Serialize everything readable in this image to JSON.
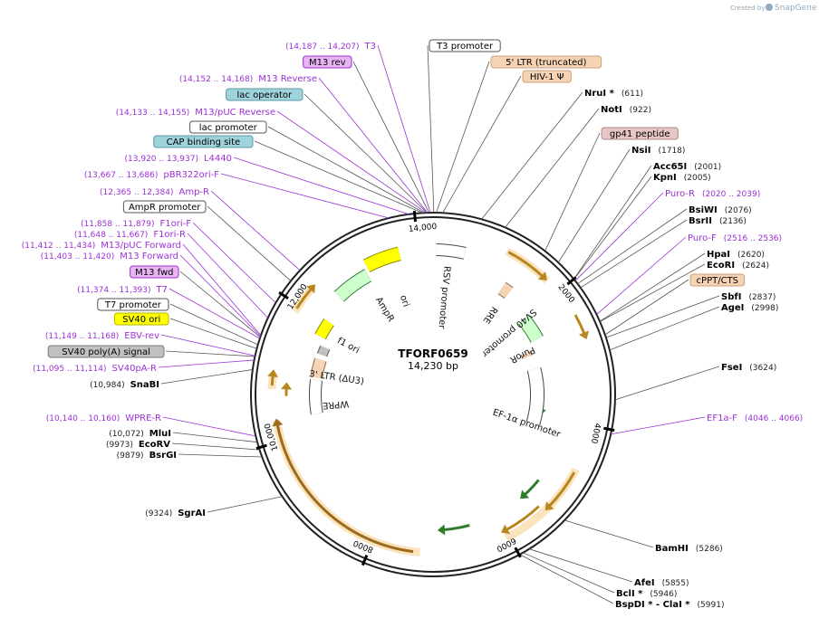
{
  "brand": {
    "created_by": "Created by",
    "product": "SnapGene"
  },
  "plasmid": {
    "name": "TFORF0659",
    "size_label": "14,230 bp",
    "length": 14230
  },
  "colors": {
    "primer": "#9b30d6",
    "enzyme": "#000000",
    "orange_feature": "#f5c77e",
    "promoter_fill": "#ffffff",
    "ori_fill": "#ffff00",
    "ampr_fill": "#ccffcc",
    "misc_fill": "#f6d3b5",
    "cap_fill": "#9fd3dc",
    "grey_fill": "#c0c0c0",
    "m13_fill": "#e7b3f3",
    "gp41_fill": "#e8c6c6"
  },
  "ticks": [
    {
      "label": "2000",
      "bp": 2000
    },
    {
      "label": "4000",
      "bp": 4000
    },
    {
      "label": "6000",
      "bp": 6000
    },
    {
      "label": "8000",
      "bp": 8000
    },
    {
      "label": "10,000",
      "bp": 10000
    },
    {
      "label": "12,000",
      "bp": 12000
    },
    {
      "label": "14,000",
      "bp": 14000
    }
  ],
  "right_labels": [
    {
      "text": "T3 promoter",
      "kind": "box",
      "fill": "#ffffff",
      "stroke": "#555555"
    },
    {
      "text": "5' LTR (truncated)",
      "kind": "box",
      "fill": "#f6d3b5",
      "stroke": "#c9a07a"
    },
    {
      "text": "HIV-1 Ψ",
      "kind": "box",
      "fill": "#f6d3b5",
      "stroke": "#c9a07a"
    },
    {
      "text": "NruI *",
      "pos": "(611)",
      "kind": "enzyme"
    },
    {
      "text": "NotI",
      "pos": "(922)",
      "kind": "enzyme"
    },
    {
      "text": "gp41 peptide",
      "kind": "box",
      "fill": "#e8c6c6",
      "stroke": "#b08a8a"
    },
    {
      "text": "NsiI",
      "pos": "(1718)",
      "kind": "enzyme"
    },
    {
      "text": "Acc65I",
      "pos": "(2001)",
      "kind": "enzyme"
    },
    {
      "text": "KpnI",
      "pos": "(2005)",
      "kind": "enzyme"
    },
    {
      "text": "Puro-R",
      "pos": "(2020 .. 2039)",
      "kind": "primer"
    },
    {
      "text": "BsiWI",
      "pos": "(2076)",
      "kind": "enzyme"
    },
    {
      "text": "BsrII",
      "pos": "(2136)",
      "kind": "enzyme"
    },
    {
      "text": "Puro-F",
      "pos": "(2516 .. 2536)",
      "kind": "primer"
    },
    {
      "text": "HpaI",
      "pos": "(2620)",
      "kind": "enzyme"
    },
    {
      "text": "EcoRI",
      "pos": "(2624)",
      "kind": "enzyme"
    },
    {
      "text": "cPPT/CTS",
      "kind": "box",
      "fill": "#f6d3b5",
      "stroke": "#c9a07a"
    },
    {
      "text": "SbfI",
      "pos": "(2837)",
      "kind": "enzyme"
    },
    {
      "text": "AgeI",
      "pos": "(2998)",
      "kind": "enzyme"
    },
    {
      "text": "FseI",
      "pos": "(3624)",
      "kind": "enzyme"
    },
    {
      "text": "EF1a-F",
      "pos": "(4046 .. 4066)",
      "kind": "primer"
    },
    {
      "text": "BamHI",
      "pos": "(5286)",
      "kind": "enzyme"
    },
    {
      "text": "AfeI",
      "pos": "(5855)",
      "kind": "enzyme"
    },
    {
      "text": "BclI *",
      "pos": "(5946)",
      "kind": "enzyme"
    },
    {
      "text": "BspDI * - ClaI *",
      "pos": "(5991)",
      "kind": "enzyme"
    }
  ],
  "left_labels": [
    {
      "text": "T3",
      "pos": "(14,187 .. 14,207)",
      "kind": "primer"
    },
    {
      "text": "M13 rev",
      "kind": "box",
      "fill": "#e7b3f3",
      "stroke": "#9b30d6"
    },
    {
      "text": "M13 Reverse",
      "pos": "(14,152 .. 14,168)",
      "kind": "primer"
    },
    {
      "text": "lac operator",
      "kind": "box",
      "fill": "#9fd3dc",
      "stroke": "#5c98a3"
    },
    {
      "text": "M13/pUC Reverse",
      "pos": "(14,133 .. 14,155)",
      "kind": "primer"
    },
    {
      "text": "lac promoter",
      "kind": "box",
      "fill": "#ffffff",
      "stroke": "#555555"
    },
    {
      "text": "CAP binding site",
      "kind": "box",
      "fill": "#9fd3dc",
      "stroke": "#5c98a3"
    },
    {
      "text": "L4440",
      "pos": "(13,920 .. 13,937)",
      "kind": "primer"
    },
    {
      "text": "pBR322ori-F",
      "pos": "(13,667 .. 13,686)",
      "kind": "primer"
    },
    {
      "text": "Amp-R",
      "pos": "(12,365 .. 12,384)",
      "kind": "primer"
    },
    {
      "text": "AmpR promoter",
      "kind": "box",
      "fill": "#ffffff",
      "stroke": "#555555"
    },
    {
      "text": "F1ori-F",
      "pos": "(11,858 .. 11,879)",
      "kind": "primer"
    },
    {
      "text": "F1ori-R",
      "pos": "(11,648 .. 11,667)",
      "kind": "primer"
    },
    {
      "text": "M13/pUC Forward",
      "pos": "(11,412 .. 11,434)",
      "kind": "primer"
    },
    {
      "text": "M13 Forward",
      "pos": "(11,403 .. 11,420)",
      "kind": "primer"
    },
    {
      "text": "M13 fwd",
      "kind": "box",
      "fill": "#e7b3f3",
      "stroke": "#9b30d6"
    },
    {
      "text": "T7",
      "pos": "(11,374 .. 11,393)",
      "kind": "primer"
    },
    {
      "text": "T7 promoter",
      "kind": "box",
      "fill": "#ffffff",
      "stroke": "#555555"
    },
    {
      "text": "SV40 ori",
      "kind": "box",
      "fill": "#ffff00",
      "stroke": "#b5b500"
    },
    {
      "text": "EBV-rev",
      "pos": "(11,149 .. 11,168)",
      "kind": "primer"
    },
    {
      "text": "SV40 poly(A) signal",
      "kind": "box",
      "fill": "#c0c0c0",
      "stroke": "#777777"
    },
    {
      "text": "SV40pA-R",
      "pos": "(11,095 .. 11,114)",
      "kind": "primer"
    },
    {
      "text": "SnaBI",
      "pos": "(10,984)",
      "kind": "enzyme"
    },
    {
      "text": "WPRE-R",
      "pos": "(10,140 .. 10,160)",
      "kind": "primer"
    },
    {
      "text": "MluI",
      "pos": "(10,072)",
      "kind": "enzyme"
    },
    {
      "text": "EcoRV",
      "pos": "(9973)",
      "kind": "enzyme"
    },
    {
      "text": "BsrGI",
      "pos": "(9879)",
      "kind": "enzyme"
    },
    {
      "text": "SgrAI",
      "pos": "(9324)",
      "kind": "enzyme"
    }
  ],
  "inner_features": [
    {
      "text": "RSV promoter",
      "bp": 200
    },
    {
      "text": "ori",
      "bp": 13500
    },
    {
      "text": "AmpR",
      "bp": 13000
    },
    {
      "text": "f1 ori",
      "bp": 11800
    },
    {
      "text": "3' LTR (ΔU3)",
      "bp": 11000
    },
    {
      "text": "WPRE",
      "bp": 10500
    },
    {
      "text": "RRE",
      "bp": 1350
    },
    {
      "text": "SV40 promoter",
      "bp": 1950
    },
    {
      "text": "PuroR",
      "bp": 2550
    },
    {
      "text": "EF-1α promoter",
      "bp": 4300
    }
  ]
}
